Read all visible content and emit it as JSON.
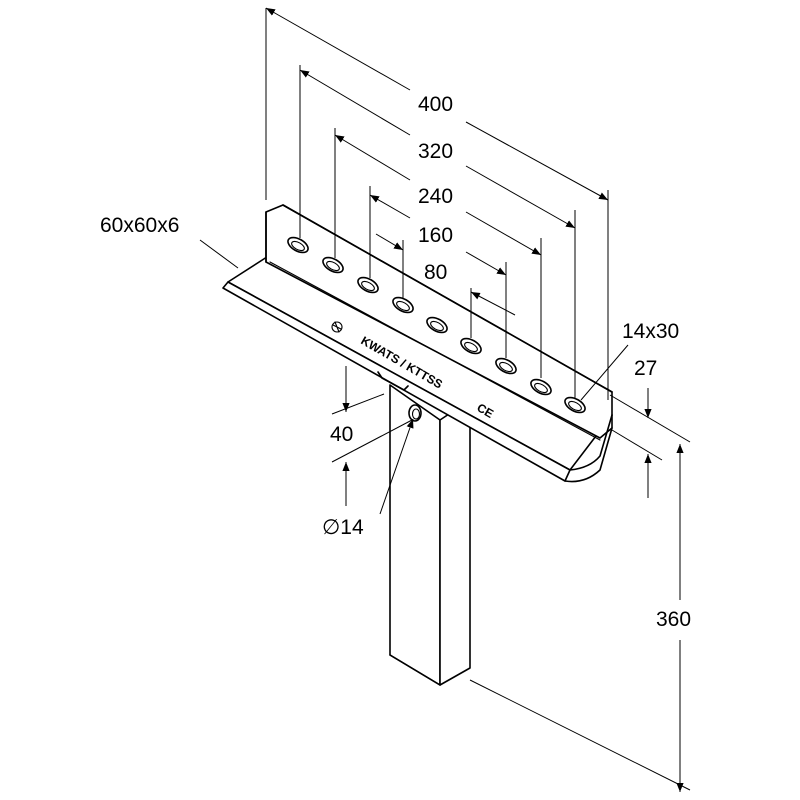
{
  "dimensions": {
    "d400": "400",
    "d320": "320",
    "d240": "240",
    "d160": "160",
    "d80": "80",
    "profile": "60x60x6",
    "slot": "14x30",
    "d27": "27",
    "d40": "40",
    "hole": "∅14",
    "d360": "360"
  },
  "marking": {
    "text": "KWATS / KTTSS",
    "ce": "CE"
  }
}
